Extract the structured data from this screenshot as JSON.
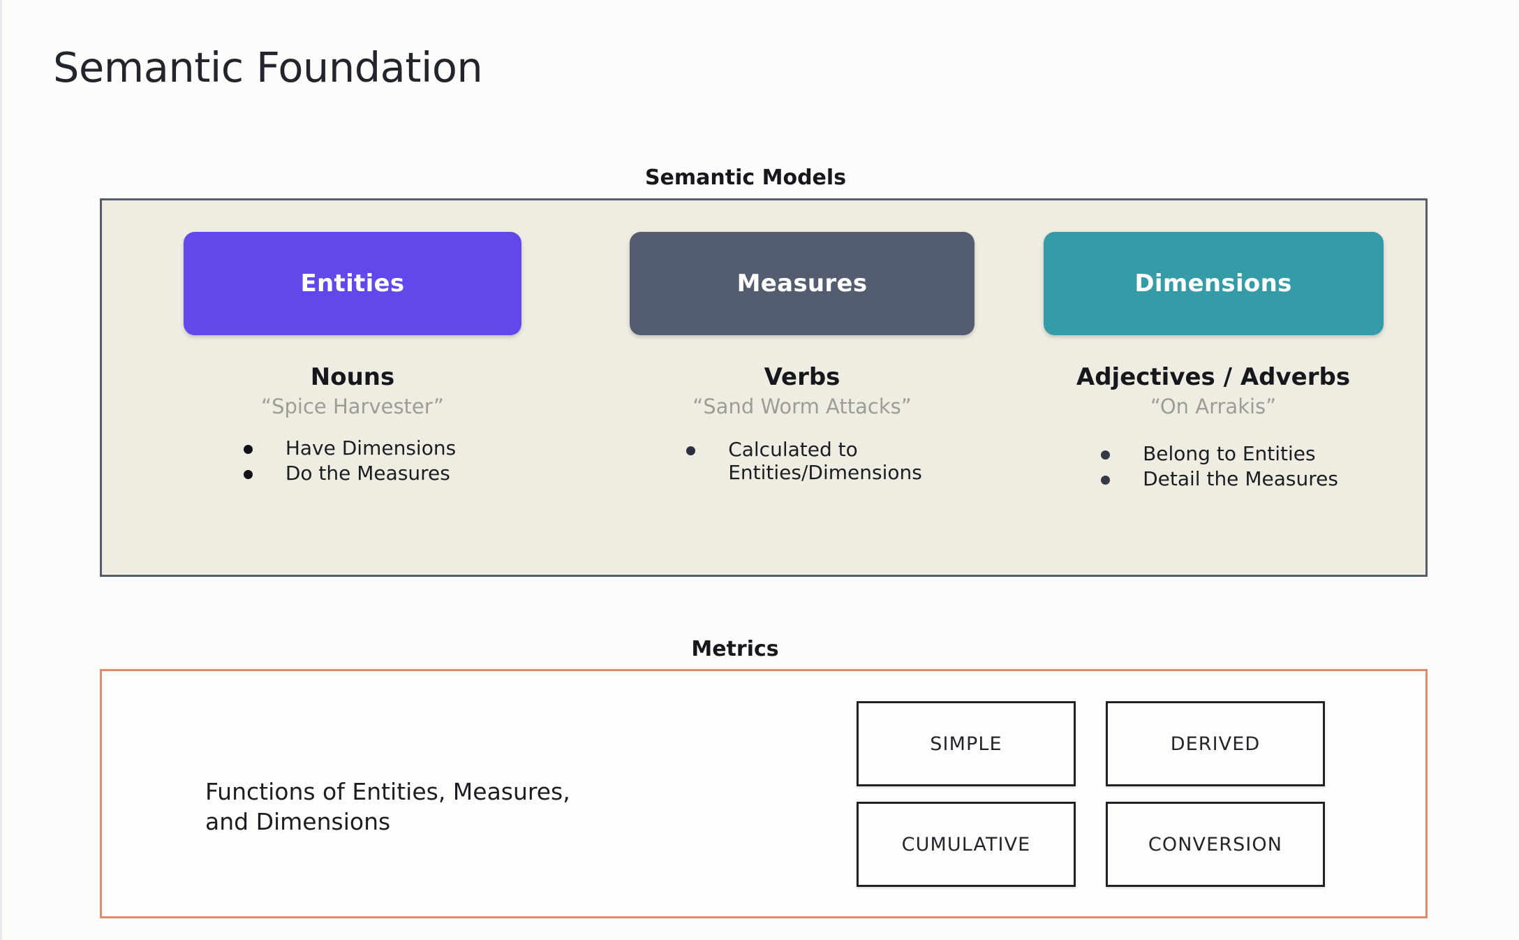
{
  "page": {
    "title": "Semantic Foundation"
  },
  "models": {
    "heading": "Semantic Models",
    "columns": [
      {
        "pill_label": "Entities",
        "pill_color": "#6247EB",
        "part_of_speech": "Nouns",
        "example": "“Spice Harvester”",
        "bullets": [
          "Have Dimensions",
          "Do the Measures"
        ]
      },
      {
        "pill_label": "Measures",
        "pill_color": "#545C70",
        "part_of_speech": "Verbs",
        "example": "“Sand Worm Attacks”",
        "bullets": [
          "Calculated to\nEntities/Dimensions"
        ]
      },
      {
        "pill_label": "Dimensions",
        "pill_color": "#359BA6",
        "part_of_speech": "Adjectives / Adverbs",
        "example": "“On Arrakis”",
        "bullets": [
          "Belong to Entities",
          "Detail the Measures"
        ]
      }
    ],
    "panel_bg": "#EFEDE2",
    "panel_border": "#565D6A"
  },
  "metrics": {
    "heading": "Metrics",
    "description": "Functions of Entities, Measures,\nand Dimensions",
    "types": [
      "SIMPLE",
      "DERIVED",
      "CUMULATIVE",
      "CONVERSION"
    ],
    "panel_border": "#E08B6B"
  }
}
